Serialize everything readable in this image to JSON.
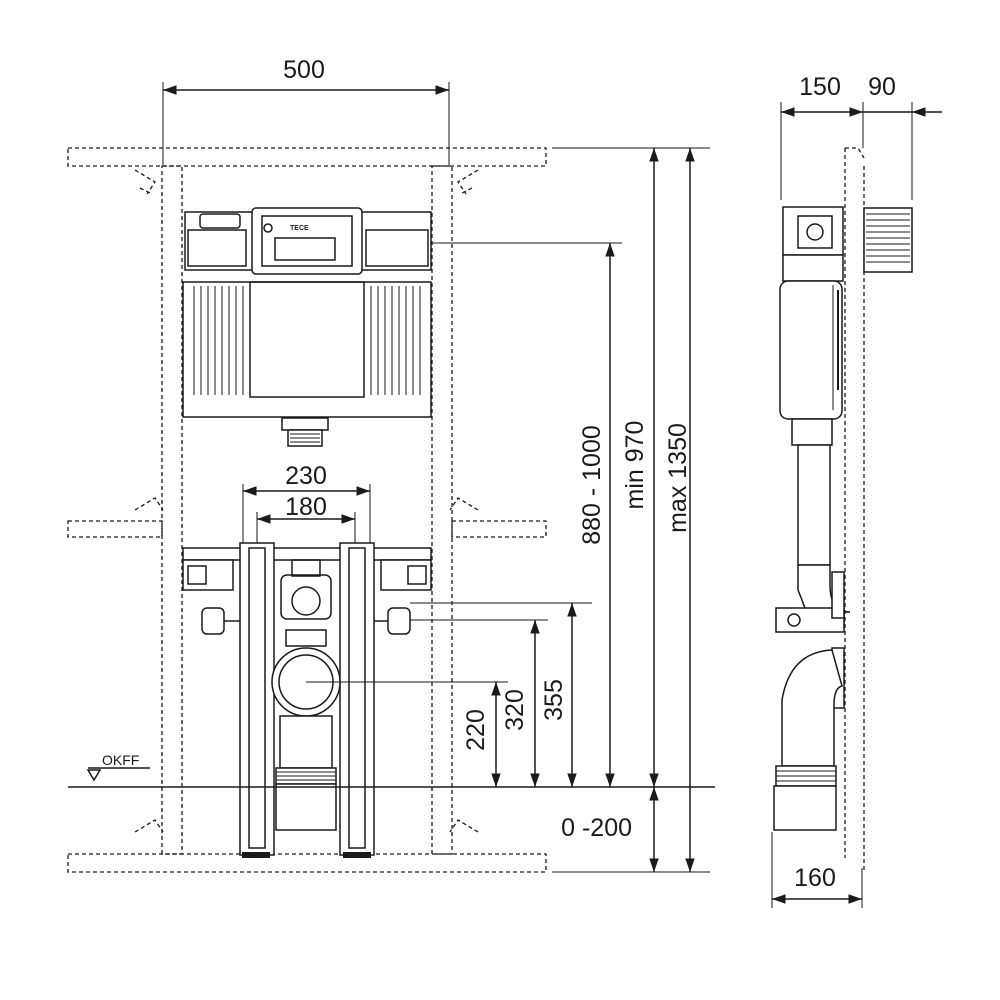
{
  "diagram": {
    "front_view": {
      "width_top": "500",
      "width_230": "230",
      "width_180": "180",
      "height_220": "220",
      "height_320": "320",
      "height_355": "355",
      "height_880_1000": "880 - 1000",
      "height_min_970": "min 970",
      "height_max_1350": "max 1350",
      "floor_offset": "0 -200",
      "floor_label": "OKFF",
      "brand_mark": "TECE"
    },
    "side_view": {
      "depth_150": "150",
      "depth_90": "90",
      "depth_160": "160"
    }
  }
}
